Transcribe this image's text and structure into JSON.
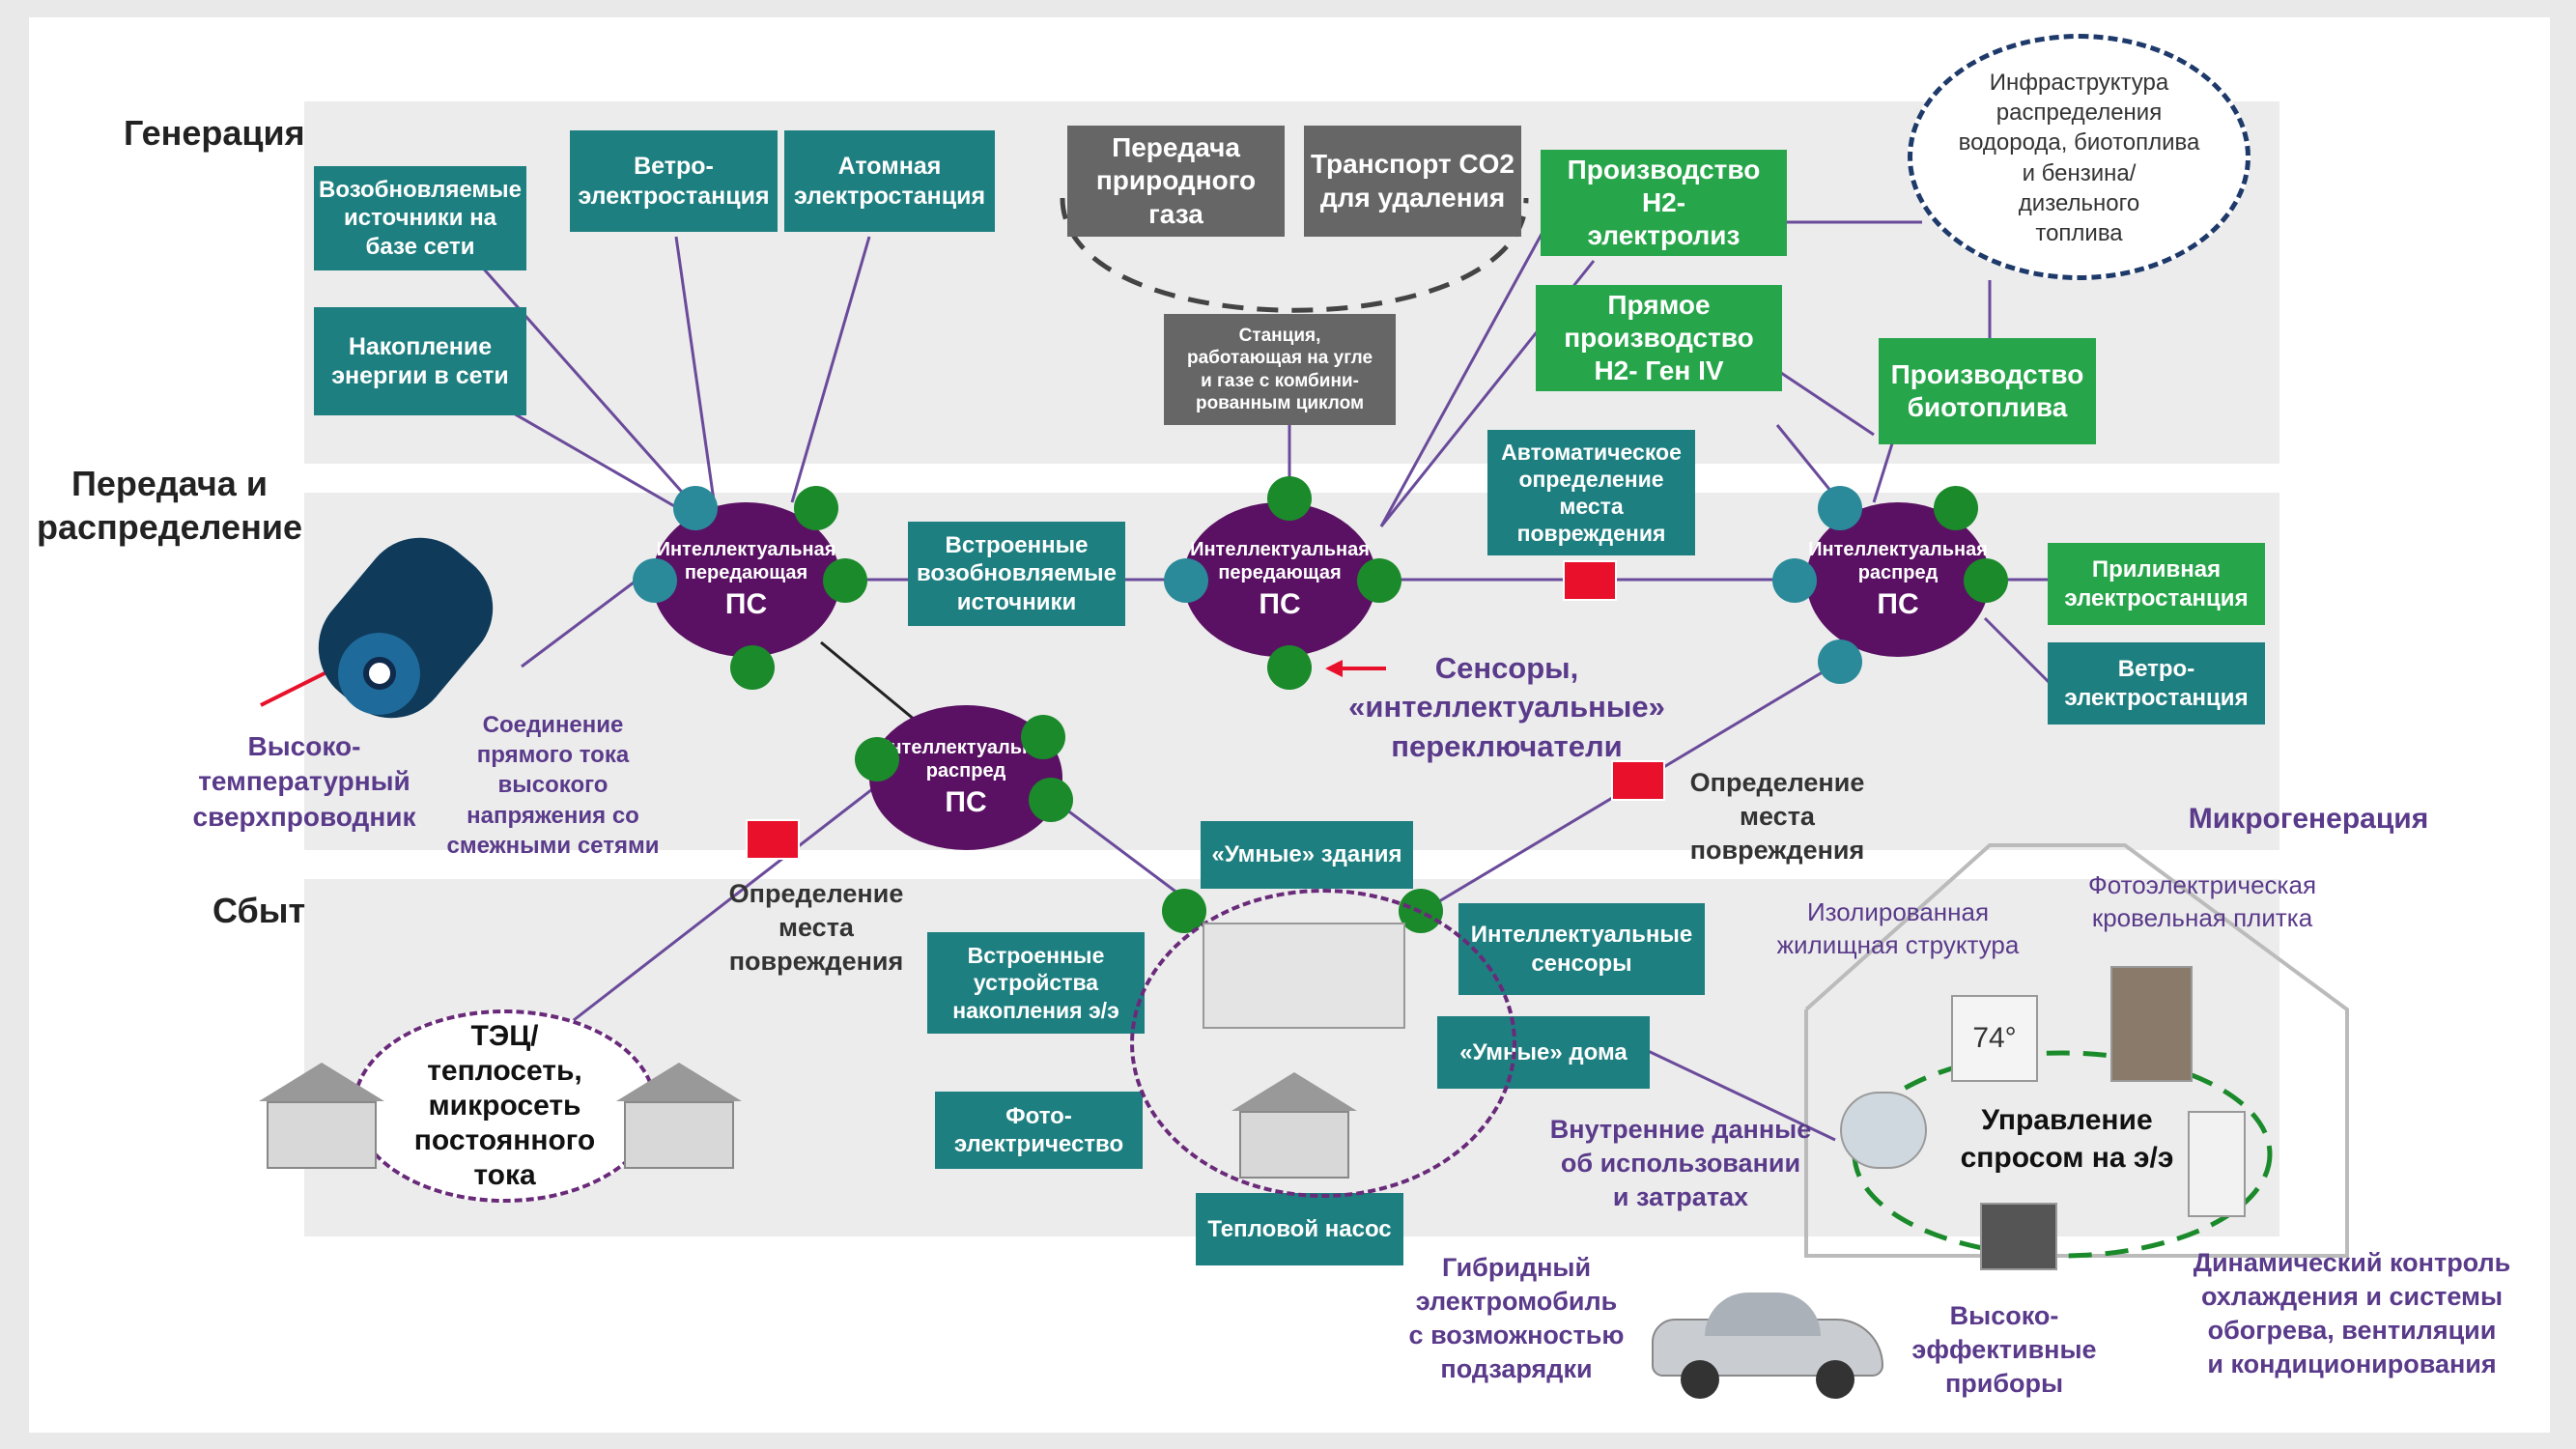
{
  "rows": {
    "generation": "Генерация",
    "transmission": "Передача и\nраспределение",
    "sales": "Сбыт"
  },
  "boxes": {
    "renewables_grid": "Возобновляемые\nисточники на\nбазе сети",
    "wind_station_top": "Ветро-\nэлектростанция",
    "nuclear": "Атомная\nэлектростанция",
    "gas_transfer": "Передача\nприродного\nгаза",
    "co2_transport": "Транспорт CO2\nдля удаления",
    "h2_electrolysis": "Производство\nН2-\nэлектролиз",
    "h2_direct": "Прямое\nпроизводство\nН2- Ген IV",
    "biofuel": "Производство\nбиотоплива",
    "storage_grid": "Накопление\nэнергии в сети",
    "coal_gas_station": "Станция,\nработающая на угле\nи газе с комбини-\nрованным циклом",
    "embedded_renewables": "Встроенные\nвозобновляемые\nисточники",
    "auto_fault": "Автоматическое\nопределение\nместа\nповреждения",
    "tidal": "Приливная\nэлектростанция",
    "wind_station_right": "Ветро-\nэлектростанция",
    "smart_buildings": "«Умные» здания",
    "smart_sensors": "Интеллектуальные\nсенсоры",
    "embedded_storage": "Встроенные\nустройства\nнакопления э/э",
    "smart_homes": "«Умные» дома",
    "photo_electricity": "Фото-\nэлектричество",
    "heat_pump": "Тепловой насос"
  },
  "nodes": {
    "node1_title": "Интеллектуальная\nпередающая",
    "node2_title": "Интеллектуальная\nпередающая",
    "node3_title": "Интеллектуальная\nраспред",
    "node4_title": "Интеллектуальная\nраспред",
    "ps": "ПС"
  },
  "labels": {
    "infrastructure": "Инфраструктура\nраспределения\nводорода, биотоплива\nи бензина/\nдизельного\nтоплива",
    "superconductor": "Высоко-\nтемпературный\nсверхпроводник",
    "dc_connection": "Соединение\nпрямого тока\nвысокого\nнапряжения со\nсмежными сетями",
    "sensors": "Сенсоры,\n«интеллектуальные»\nпереключатели",
    "fault_right": "Определение\nместа\nповреждения",
    "fault_left": "Определение\nместа\nповреждения",
    "microgeneration": "Микрогенерация",
    "isolated_housing": "Изолированная\nжилищная структура",
    "pv_roof": "Фотоэлектрическая\nкровельная плитка",
    "chp": "ТЭЦ/\nтеплосеть,\nмикросеть\nпостоянного\nтока",
    "demand_mgmt": "Управление\nспросом на э/э",
    "internal_data": "Внутренние данные\nоб использовании\nи затратах",
    "hybrid_car": "Гибридный\nэлектромобиль\nс возможностью\nподзарядки",
    "efficient_devices": "Высоко-\nэффективные\nприборы",
    "hvac": "Динамический контроль\nохлаждения и системы\nобогрева, вентиляции\nи кондиционирования",
    "meter_reading": "74°"
  },
  "colors": {
    "teal": "#1e7f80",
    "green": "#27a54a",
    "grey": "#666666",
    "purple_node": "#5a1163",
    "red_marker": "#e8102a",
    "link": "#6a4a9a"
  }
}
